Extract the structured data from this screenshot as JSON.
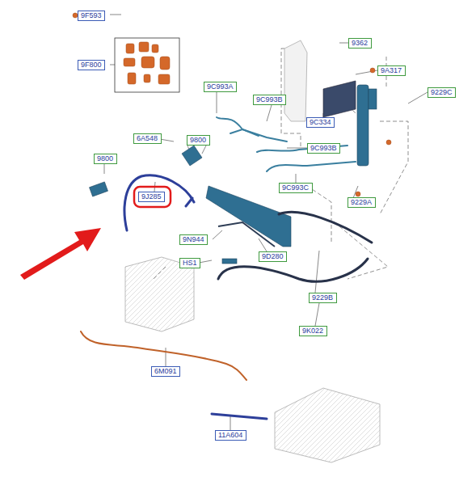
{
  "diagram": {
    "nodes": [
      {
        "text": [
          "9F593"
        ]
      },
      {
        "text": [
          "9F800"
        ]
      },
      {
        "text": [
          "9362"
        ]
      },
      {
        "text": [
          "9A317"
        ]
      },
      {
        "text": [
          "9229C"
        ]
      },
      {
        "text": [
          "9C993A"
        ]
      },
      {
        "text": [
          "9C993B"
        ]
      },
      {
        "text": [
          "9C334"
        ]
      },
      {
        "text": [
          "6A548"
        ]
      },
      {
        "text": [
          "9800"
        ]
      },
      {
        "text": [
          "9C993B"
        ]
      },
      {
        "text": [
          "9800"
        ]
      },
      {
        "text": [
          "9C993C"
        ]
      },
      {
        "text": [
          "9229A"
        ]
      },
      {
        "text": [
          "9J285"
        ]
      },
      {
        "text": [
          "9N944"
        ]
      },
      {
        "text": [
          "HS1"
        ]
      },
      {
        "text": [
          "9D280"
        ]
      },
      {
        "text": [
          "9229B"
        ]
      },
      {
        "text": [
          "9K022"
        ]
      },
      {
        "text": [
          "6M091"
        ]
      },
      {
        "text": [
          "11A604"
        ]
      }
    ]
  }
}
